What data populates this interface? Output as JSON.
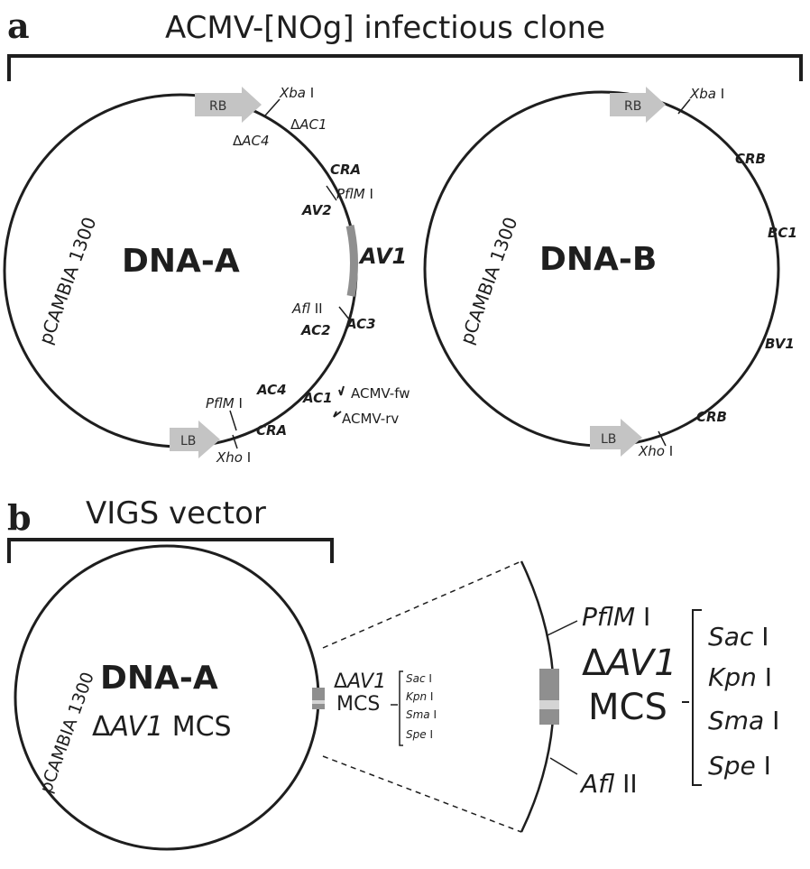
{
  "panel_a": {
    "letter": "a",
    "title": "ACMV-[NOg] infectious clone",
    "dna_a": {
      "name": "DNA-A",
      "backbone": "pCAMBIA 1300",
      "rb": "RB",
      "lb": "LB",
      "xba_i": "Xba",
      "xba_suffix": " I",
      "delta_ac1_prefix": "Δ",
      "delta_ac1": "AC1",
      "delta_ac4_prefix": "Δ",
      "delta_ac4": "AC4",
      "cra_top": "CRA",
      "pflm_i_top": "PflM",
      "pflm_suffix_top": " I",
      "av2": "AV2",
      "av1": "AV1",
      "afl_ii": "Afl",
      "afl_suffix": " II",
      "ac3": "AC3",
      "ac2": "AC2",
      "ac4": "AC4",
      "ac1": "AC1",
      "primer_fw": "ACMV-fw",
      "primer_rv": "ACMV-rv",
      "pflm_i_bottom": "PflM",
      "pflm_suffix_bottom": " I",
      "cra_bottom": "CRA",
      "xho_i": "Xho",
      "xho_suffix": " I"
    },
    "dna_b": {
      "name": "DNA-B",
      "backbone": "pCAMBIA 1300",
      "rb": "RB",
      "lb": "LB",
      "xba_i": "Xba",
      "xba_suffix": " I",
      "crb_top": "CRB",
      "bc1": "BC1",
      "bv1": "BV1",
      "crb_bottom": "CRB",
      "xho_i": "Xho",
      "xho_suffix": " I"
    }
  },
  "panel_b": {
    "letter": "b",
    "title": "VIGS vector",
    "dna_a": {
      "name": "DNA-A",
      "subtitle_prefix": "Δ",
      "subtitle_gene": "AV1",
      "subtitle_suffix": " MCS",
      "backbone": "pCAMBIA 1300"
    },
    "small_label": {
      "prefix": "Δ",
      "gene": "AV1",
      "mcs": "MCS",
      "sites": [
        "Sac",
        "Kpn",
        "Sma",
        "Spe"
      ],
      "site_suffix": " I"
    },
    "zoom": {
      "pflm_i": "PflM",
      "pflm_suffix": " I",
      "prefix": "Δ",
      "gene": "AV1",
      "mcs": "MCS",
      "afl_ii": "Afl",
      "afl_suffix": " II",
      "sites": [
        "Sac",
        "Kpn",
        "Sma",
        "Spe"
      ],
      "site_suffix": " I"
    }
  },
  "colors": {
    "line": "#1e1e1e",
    "arrow_fill": "#c4c4c4",
    "insert_dark": "#8f8f8f",
    "insert_light": "#d4d4d4"
  }
}
